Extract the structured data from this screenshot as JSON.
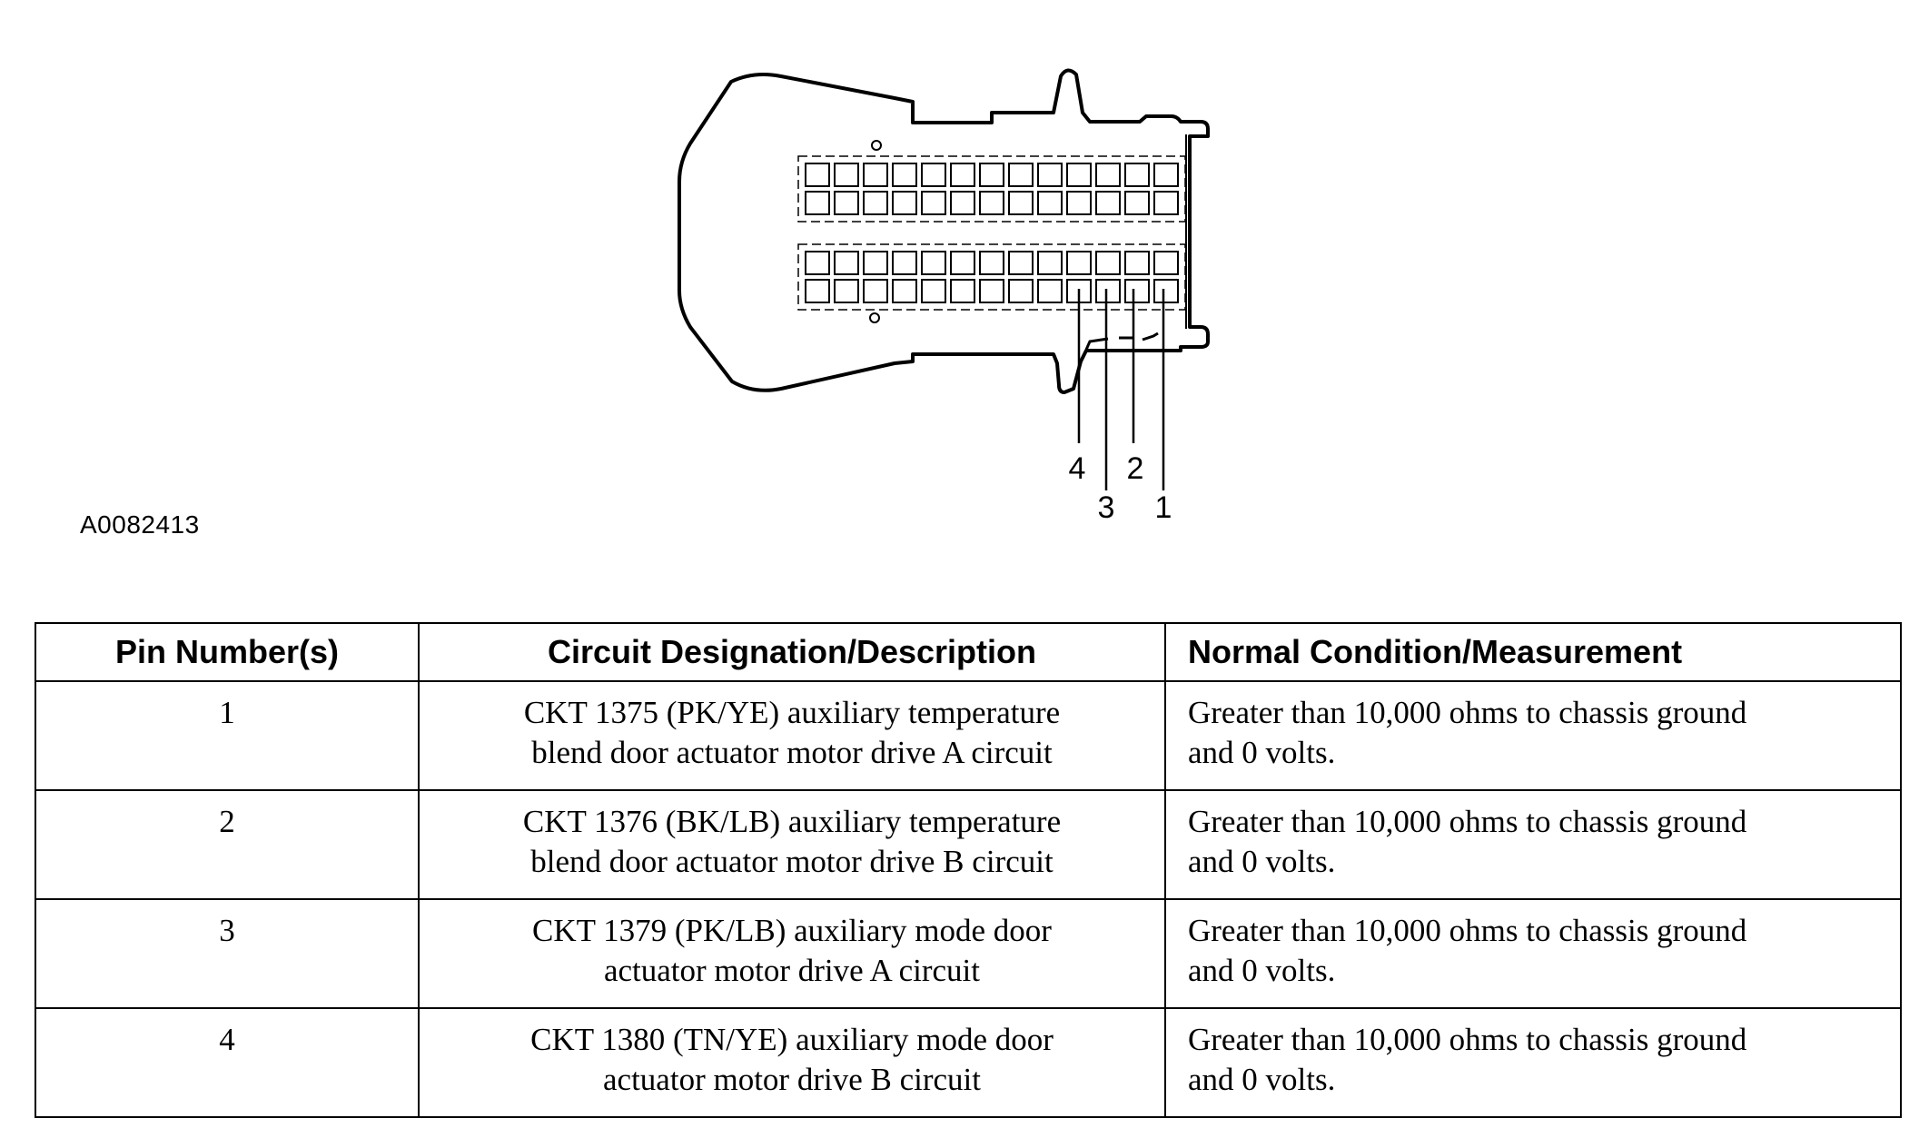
{
  "figure": {
    "id": "A0082413",
    "callouts": [
      "4",
      "3",
      "2",
      "1"
    ]
  },
  "table": {
    "headers": [
      "Pin Number(s)",
      "Circuit Designation/Description",
      "Normal Condition/Measurement"
    ],
    "rows": [
      {
        "pin": "1",
        "desc": [
          "CKT 1375 (PK/YE) auxiliary temperature",
          "blend door actuator motor drive A circuit"
        ],
        "cond": [
          "Greater than 10,000 ohms to chassis ground",
          "and 0 volts."
        ]
      },
      {
        "pin": "2",
        "desc": [
          "CKT 1376 (BK/LB) auxiliary temperature",
          "blend door actuator motor drive B circuit"
        ],
        "cond": [
          "Greater than 10,000 ohms to chassis ground",
          "and 0 volts."
        ]
      },
      {
        "pin": "3",
        "desc": [
          "CKT 1379 (PK/LB) auxiliary mode door",
          "actuator motor drive A circuit"
        ],
        "cond": [
          "Greater than 10,000 ohms to chassis ground",
          "and 0 volts."
        ]
      },
      {
        "pin": "4",
        "desc": [
          "CKT 1380 (TN/YE) auxiliary mode door",
          "actuator motor drive B circuit"
        ],
        "cond": [
          "Greater than 10,000 ohms to chassis ground",
          "and 0 volts."
        ]
      }
    ]
  }
}
